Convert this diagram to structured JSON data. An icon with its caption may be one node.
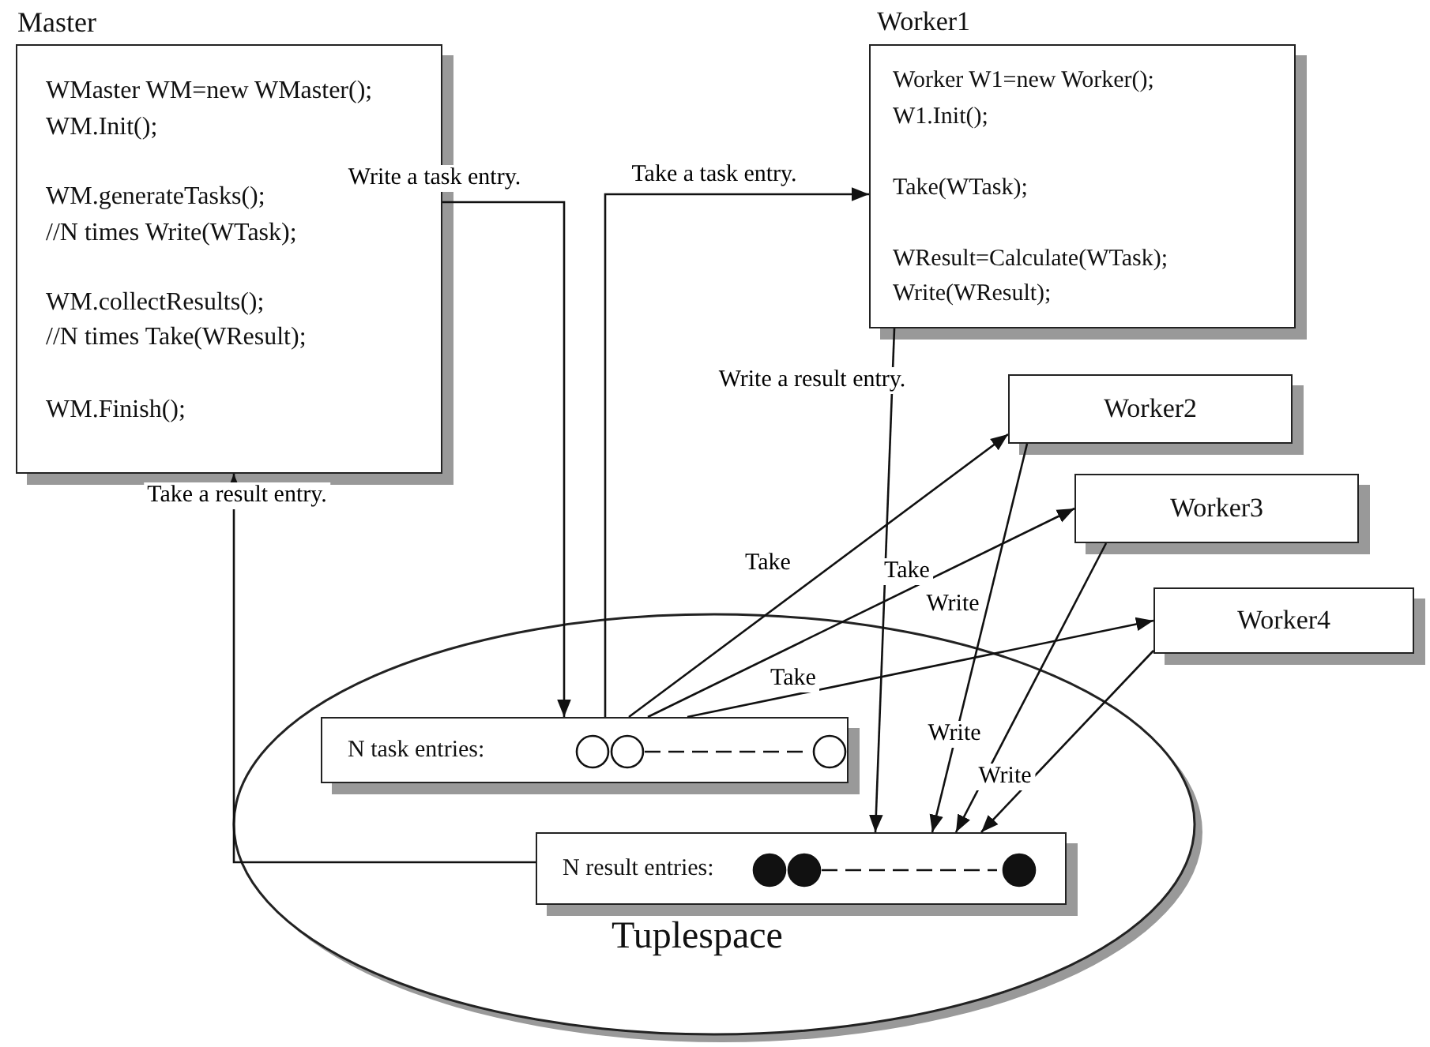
{
  "diagram": {
    "nodes": [
      {
        "text": [
          "Master",
          "WMaster WM=new WMaster();",
          "WM.Init();",
          "WM.generateTasks();",
          "//N times Write(WTask);",
          "WM.collectResults();",
          "//N times Take(WResult);",
          "WM.Finish();"
        ]
      },
      {
        "text": [
          "Worker1",
          "Worker W1=new Worker();",
          "W1.Init();",
          "Take(WTask);",
          "WResult=Calculate(WTask);",
          "Write(WResult);"
        ]
      },
      {
        "text": [
          "Worker2"
        ]
      },
      {
        "text": [
          "Worker3"
        ]
      },
      {
        "text": [
          "Worker4"
        ]
      },
      {
        "text": [
          "Tuplespace"
        ]
      },
      {
        "text": [
          "N task entries:"
        ],
        "in": 5
      },
      {
        "text": [
          "N result entries:"
        ],
        "in": 5
      }
    ],
    "edges": [
      {
        "from": 0,
        "to": 6,
        "arrow": "to",
        "label": "Write a task entry."
      },
      {
        "from": 6,
        "to": 1,
        "arrow": "to",
        "label": "Take a task entry."
      },
      {
        "from": 1,
        "to": 7,
        "arrow": "to",
        "label": "Write a result entry."
      },
      {
        "from": 7,
        "to": 0,
        "arrow": "to",
        "label": "Take a result entry."
      },
      {
        "from": 6,
        "to": 2,
        "arrow": "to",
        "label": "Take"
      },
      {
        "from": 6,
        "to": 3,
        "arrow": "to",
        "label": "Take"
      },
      {
        "from": 6,
        "to": 4,
        "arrow": "to",
        "label": "Take"
      },
      {
        "from": 2,
        "to": 7,
        "arrow": "to",
        "label": "Write"
      },
      {
        "from": 3,
        "to": 7,
        "arrow": "to",
        "label": "Write"
      },
      {
        "from": 4,
        "to": 7,
        "arrow": "to",
        "label": "Write"
      }
    ]
  }
}
